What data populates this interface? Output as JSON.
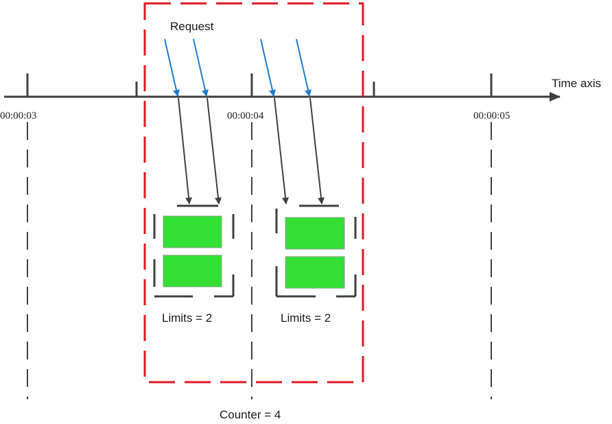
{
  "labels": {
    "request": "Request",
    "time_axis": "Time axis",
    "limits_left": "Limits = 2",
    "limits_right": "Limits = 2",
    "counter": "Counter = 4"
  },
  "ticks": [
    "00:00:03",
    "00:00:04",
    "00:00:05"
  ],
  "colors": {
    "axis": "#3f3f3f",
    "request_arrow": "#1f7bd0",
    "window": "#e0191f",
    "bucket_fill": "#33e033",
    "bucket_border": "#8aa08a"
  }
}
